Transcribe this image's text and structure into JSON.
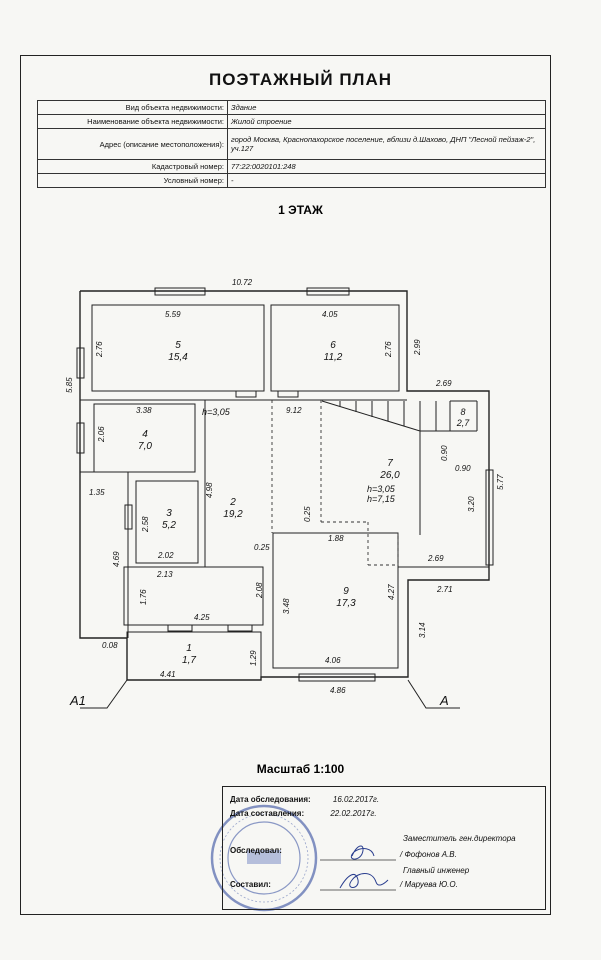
{
  "title": "ПОЭТАЖНЫЙ ПЛАН",
  "info": [
    {
      "label": "Вид объекта недвижимости:",
      "value": "Здание"
    },
    {
      "label": "Наименование объекта недвижимости:",
      "value": "Жилой строение"
    },
    {
      "label": "Адрес (описание местоположения):",
      "value": "город Москва, Краснопахорское поселение, вблизи д.Шахово, ДНП \"Лесной пейзаж-2\", уч.127"
    },
    {
      "label": "Кадастровый номер:",
      "value": "77:22:0020101:248"
    },
    {
      "label": "Условный номер:",
      "value": "-"
    }
  ],
  "floor": "1 ЭТАЖ",
  "scale": "Масштаб 1:100",
  "rooms": [
    {
      "num": "5",
      "area": "15,4"
    },
    {
      "num": "6",
      "area": "11,2"
    },
    {
      "num": "4",
      "area": "7,0"
    },
    {
      "num": "3",
      "area": "5,2"
    },
    {
      "num": "2",
      "area": "19,2"
    },
    {
      "num": "7",
      "area": "26,0"
    },
    {
      "num": "8",
      "area": "2,7"
    },
    {
      "num": "9",
      "area": "17,3"
    },
    {
      "num": "1",
      "area": "1,7"
    }
  ],
  "dims": [
    "10.72",
    "5.59",
    "4.05",
    "2.76",
    "2.76",
    "2.99",
    "5.85",
    "3.38",
    "2.06",
    "9.12",
    "2.69",
    "0.90",
    "0.90",
    "5.77",
    "4.98",
    "1.35",
    "2.58",
    "2.02",
    "0.25",
    "0.25",
    "1.88",
    "3.20",
    "2.69",
    "2.71",
    "4.69",
    "2.13",
    "1.76",
    "2.08",
    "3.48",
    "4.27",
    "3.14",
    "4.25",
    "0.08",
    "1.29",
    "4.41",
    "4.06",
    "4.86"
  ],
  "heights": {
    "h1": "h=3,05",
    "h2": "h=3,05",
    "h3": "h=7,15"
  },
  "section": {
    "left": "А1",
    "right": "А"
  },
  "survey": {
    "date_label": "Дата обследования:",
    "date": "16.02.2017г.",
    "made_label": "Дата составления:",
    "made": "22.02.2017г.",
    "inspected_label": "Обследовал:",
    "inspected_role": "Заместитель ген.директора",
    "inspected_name": "/ Фофонов А.В.",
    "compiled_label": "Составил:",
    "compiled_role": "Главный инженер",
    "compiled_name": "/ Маруева Ю.О."
  }
}
